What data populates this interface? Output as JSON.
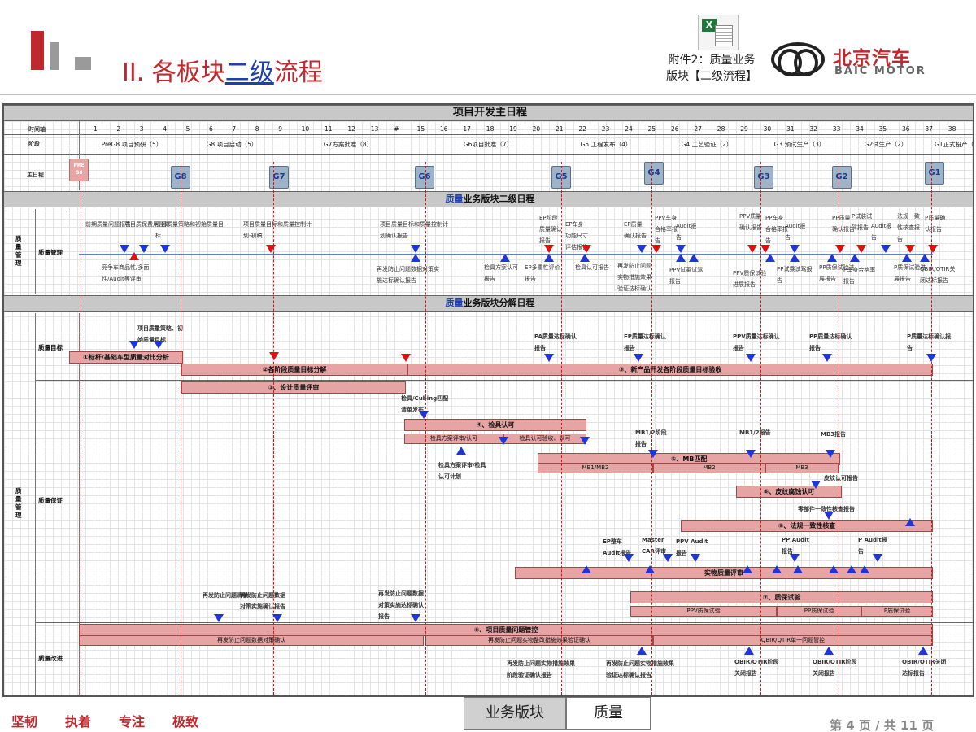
{
  "header": {
    "title_prefix": "II.  各板块",
    "title_link": "二级",
    "title_suffix": "流程",
    "attachment_line1": "附件2：质量业务",
    "attachment_line2": "版块【二级流程】",
    "brand_cn": "北京汽车",
    "brand_en": "BAIC MOTOR"
  },
  "chart": {
    "title": "项目开发主日程",
    "row_labels": {
      "timeline": "时间轴",
      "phase": "阶段",
      "main_schedule": "主日程"
    },
    "weeks": [
      "1",
      "2",
      "3",
      "4",
      "5",
      "6",
      "7",
      "8",
      "9",
      "10",
      "11",
      "12",
      "13",
      "#",
      "15",
      "16",
      "17",
      "18",
      "19",
      "20",
      "21",
      "22",
      "23",
      "24",
      "25",
      "26",
      "27",
      "28",
      "29",
      "30",
      "31",
      "32",
      "33",
      "34",
      "35",
      "36",
      "37",
      "38"
    ],
    "phases": [
      "PreG8 项目预研（5）",
      "G8 项目启动（5）",
      "G7方案批准（8）",
      "G6项目批准（7）",
      "G5 工程发布（4）",
      "G4 工艺验证（2）",
      "G3 预试生产（3）",
      "G2试生产（2）",
      "G1正式投产（2）"
    ],
    "gates": [
      "PRE G8",
      "G8",
      "G7",
      "G6",
      "G5",
      "G4",
      "G3",
      "G2",
      "G1"
    ],
    "band1_q": "质量",
    "band1_rest": "业务版块二级日程",
    "band2_q": "质量",
    "band2_rest": "业务版块分解日程",
    "section_quality_mgmt": "质量管理",
    "row_quality_mgmt": "质量管理",
    "row_quality_target": "质量目标",
    "row_quality_assurance": "质量保证",
    "row_quality_improve": "质量改进",
    "top_tasks": [
      "前期质量问题报告",
      "项目质保费用预算",
      "项目质量策略和初始质量目标",
      "项目质量目标和质量控制计划-初稿",
      "项目质量目标和质量控制计划确认报告",
      "EP阶段质量确认报告",
      "EP车身功能尺寸评估报告",
      "EP质量确认报告",
      "PPV车身合格率报告",
      "Audit报告",
      "PPV质量确认报告",
      "PP车身合格率报告",
      "Audit报告",
      "PP质量确认报告",
      "P试装试驾报告",
      "Audit报告",
      "法规一致性核查报告",
      "P质量确认报告"
    ],
    "bottom_tasks": [
      "竞争车商品性/多面性/Audit等评审",
      "再发防止问题数据对策实施达标确认报告",
      "检具方案认可报告",
      "EP多重性评价报告",
      "检具认可报告",
      "再发防止问题实物措施效果验证达标确认报告",
      "PPV试乘试驾报告",
      "PPV质保试验进展报告",
      "PP试乘试驾报告",
      "PP质保试验进展报告",
      "P车身合格率报告",
      "P质保试验进展报告",
      "QBIR/QTIR关闭达标报告"
    ],
    "target_tasks": [
      "项目质量策略、初始质量目标",
      "PA质量达标确认报告",
      "EP质量达标确认报告",
      "PPV质量达标确认报告",
      "PP质量达标确认报告",
      "P质量达标确认报告"
    ],
    "bars": [
      "①标杆/基础车型质量对比分析",
      "②各阶段质量目标分解",
      "③、新产品开发各阶段质量目标验收",
      "③、设计质量评审",
      "④、检具认可",
      "⑤、MB匹配",
      "⑥、皮纹腐蚀认可",
      "⑨、法规一致性核查",
      "实物质量评审",
      "⑦、质保试验",
      "⑧、项目质量问题管控"
    ],
    "sub_bars": [
      "检具方案评审/认可",
      "检具认可验收、认可",
      "MB1/MB2",
      "MB2",
      "MB3",
      "PPV质保试验",
      "PP质保试验",
      "P质保试验",
      "再发防止问题数据对策确认",
      "再发防止问题实物整改措施效果验证确认",
      "QBIR/QTIR单一问题管控"
    ],
    "assurance_tasks": [
      "检具/Cubing匹配清单发布",
      "检具方案评审/检具认可计划",
      "MB1/2阶段报告",
      "MB1/2报告",
      "MB3报告",
      "皮纹认可报告",
      "零部件一致性核查报告",
      "EP整车Audit报告",
      "Master CAR评审",
      "PPV Audit报告",
      "PP Audit报告",
      "P Audit报告",
      "再发防止问题清单",
      "再发防止问题数据对策实施确认报告",
      "再发防止问题数据对策实施达标确认报告"
    ],
    "improve_tasks": [
      "再发防止问题实物措施效果阶段验证确认报告",
      "再发防止问题实物措施效果验证达标确认报告",
      "QBIR/QTIR阶段关闭报告",
      "QBIR/QTIR阶段关闭报告",
      "QBIR/QTIR关闭达标报告"
    ]
  },
  "footer": {
    "mottos": [
      "坚韧",
      "执着",
      "专注",
      "极致"
    ],
    "tab_label": "业务版块",
    "tab_value": "质量",
    "page_text": "第  4  页 / 共  11 页"
  },
  "colors": {
    "brand_red": "#c0282d",
    "link_blue": "#1f3fae",
    "milestone_blue": "#1f35d8",
    "bar_fill": "#e6a4a4"
  }
}
